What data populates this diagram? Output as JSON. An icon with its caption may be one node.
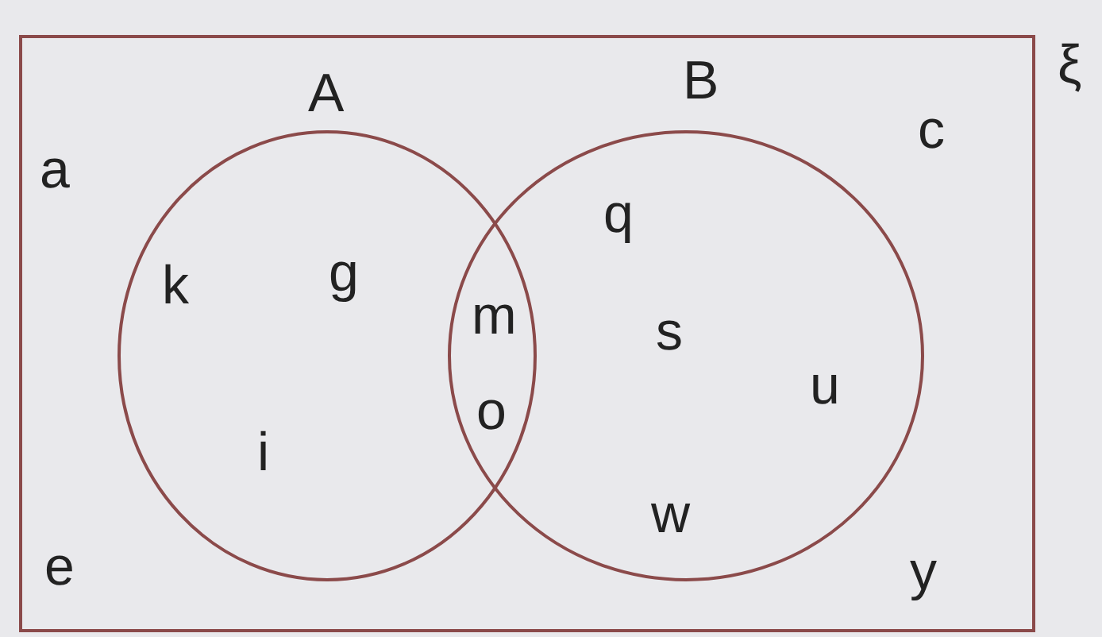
{
  "diagram": {
    "nodes": [
      {
        "text": [],
        "shape": "box",
        "beside": [
          "ξ"
        ]
      },
      {
        "text": [
          "A"
        ],
        "in": 0
      },
      {
        "text": [
          "B"
        ],
        "in": 0
      }
    ],
    "labels": [
      "c",
      "a",
      "q",
      "k",
      "g",
      "m",
      "s",
      "u",
      "o",
      "i",
      "w",
      "e",
      "y"
    ]
  }
}
